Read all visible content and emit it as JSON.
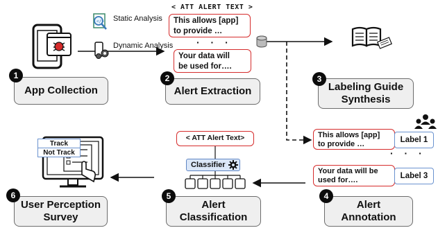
{
  "stages": {
    "app_collection": {
      "number": "1",
      "label": "App Collection"
    },
    "alert_extraction": {
      "number": "2",
      "label": "Alert Extraction"
    },
    "labeling_guide": {
      "number": "3",
      "label": "Labeling Guide\nSynthesis"
    },
    "alert_annotation": {
      "number": "4",
      "label": "Alert\nAnnotation"
    },
    "alert_classification": {
      "number": "5",
      "label": "Alert\nClassification"
    },
    "user_perception": {
      "number": "6",
      "label": "User Perception\nSurvey"
    }
  },
  "analysis": {
    "static": "Static\nAnalysis",
    "dynamic": "Dynamic\nAnalysis"
  },
  "extraction": {
    "header": "< ATT ALERT TEXT >",
    "alert_1": "This allows [app]\nto provide …",
    "dots": "· · ·",
    "alert_2": "Your data will\nbe used for…."
  },
  "annotation": {
    "alert_1": "This allows [app]\nto provide …",
    "label_1": "Label 1",
    "dots": "· · ·",
    "alert_2": "Your data will be\nused for….",
    "label_3": "Label 3"
  },
  "classification": {
    "input": "< ATT Alert Text>",
    "classifier": "Classifier"
  },
  "survey": {
    "track": "Track",
    "not_track": "Not Track"
  },
  "colors": {
    "alert_border": "#d52b2b",
    "label_border": "#6a92cf",
    "stage_fill": "#efefef"
  }
}
